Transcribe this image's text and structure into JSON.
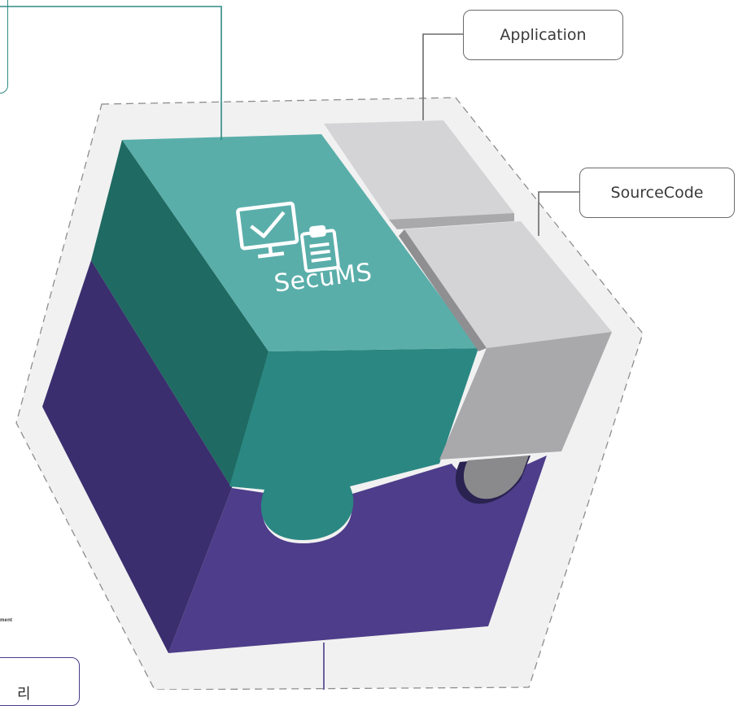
{
  "labels": {
    "application": "Application",
    "source_code": "SourceCode",
    "product": "SecuMS",
    "bottom_callout_fragment": "리",
    "tiny_fragment": "ment"
  },
  "colors": {
    "teal_top": "#5aaeaa",
    "teal_left": "#1f6a62",
    "teal_front": "#2b8782",
    "purple_left": "#3b2e6e",
    "purple_front": "#4e3d8a",
    "gray_light": "#d4d4d6",
    "gray_mid": "#a9a9ab",
    "gray_dark": "#7d7d80",
    "hex_background": "#f1f1f1",
    "callout_border": "#6b6b6b"
  },
  "icons": [
    "monitor-check-icon",
    "clipboard-icon"
  ]
}
